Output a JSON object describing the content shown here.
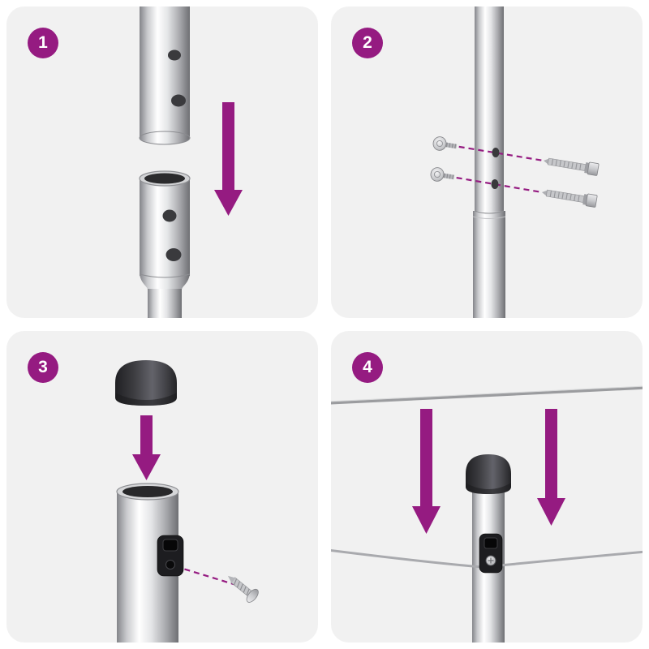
{
  "colors": {
    "accent": "#951B81",
    "panel_bg": "#F1F1F1",
    "badge_text": "#FFFFFF",
    "page_bg": "#FFFFFF"
  },
  "steps": [
    {
      "number": "1"
    },
    {
      "number": "2"
    },
    {
      "number": "3"
    },
    {
      "number": "4"
    }
  ]
}
